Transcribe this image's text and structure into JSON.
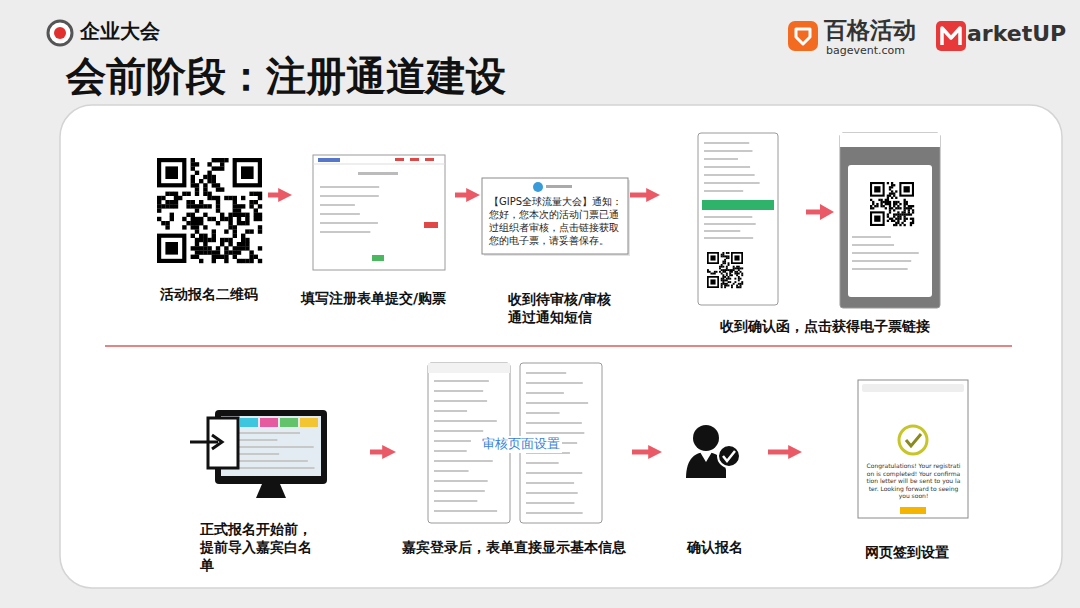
{
  "diagram": {
    "title": "会前阶段：注册通道建设",
    "nodes": [
      {
        "text": [
          "活动报名二维码"
        ]
      },
      {
        "text": [
          "填写注册表单提交/购票"
        ]
      },
      {
        "text": [
          "收到待审核/审核通过通知短信"
        ]
      },
      {
        "text": [
          "收到确认函，点击获得电子票链接"
        ]
      },
      {
        "text": [
          "正式报名开始前，提前导入嘉宾白名单"
        ]
      },
      {
        "text": [
          "嘉宾登录后，表单直接显示基本信息"
        ]
      },
      {
        "text": [
          "确认报名"
        ]
      },
      {
        "text": [
          "网页签到设置"
        ]
      }
    ],
    "edges": [
      {
        "from": 0,
        "to": 1,
        "arrow": "to"
      },
      {
        "from": 1,
        "to": 2,
        "arrow": "to"
      },
      {
        "from": 2,
        "to": 3,
        "arrow": "to"
      },
      {
        "from": 4,
        "to": 5,
        "arrow": "to"
      },
      {
        "from": 5,
        "to": 6,
        "arrow": "to"
      },
      {
        "from": 6,
        "to": 7,
        "arrow": "to"
      }
    ],
    "labels": [
      "企业大会",
      "百格活动",
      "bagevent.com",
      "arketUP",
      "【GIPS全球流量大会】通知：您好，您本次的活动门票已通过组织者审核，点击链接获取您的电子票，请妥善保存。",
      "审核页面设置",
      "Congratulations! Your registration is completed! Your confirmation letter will be sent to you later. Looking forward to seeing you soon!"
    ]
  }
}
